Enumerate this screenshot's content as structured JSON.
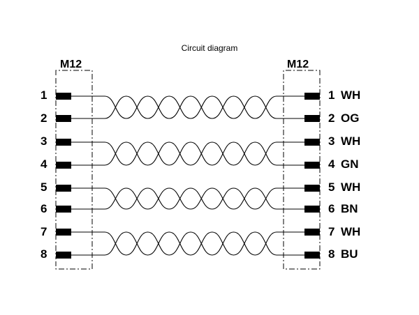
{
  "title": "Circuit diagram",
  "connectors": {
    "left_label": "M12",
    "right_label": "M12"
  },
  "pairs": [
    {
      "left_pins": [
        "1",
        "2"
      ],
      "right_pins": [
        {
          "num": "1",
          "color_code": "WH"
        },
        {
          "num": "2",
          "color_code": "OG"
        }
      ]
    },
    {
      "left_pins": [
        "3",
        "4"
      ],
      "right_pins": [
        {
          "num": "3",
          "color_code": "WH"
        },
        {
          "num": "4",
          "color_code": "GN"
        }
      ]
    },
    {
      "left_pins": [
        "5",
        "6"
      ],
      "right_pins": [
        {
          "num": "5",
          "color_code": "WH"
        },
        {
          "num": "6",
          "color_code": "BN"
        }
      ]
    },
    {
      "left_pins": [
        "7",
        "8"
      ],
      "right_pins": [
        {
          "num": "7",
          "color_code": "WH"
        },
        {
          "num": "8",
          "color_code": "BU"
        }
      ]
    }
  ]
}
